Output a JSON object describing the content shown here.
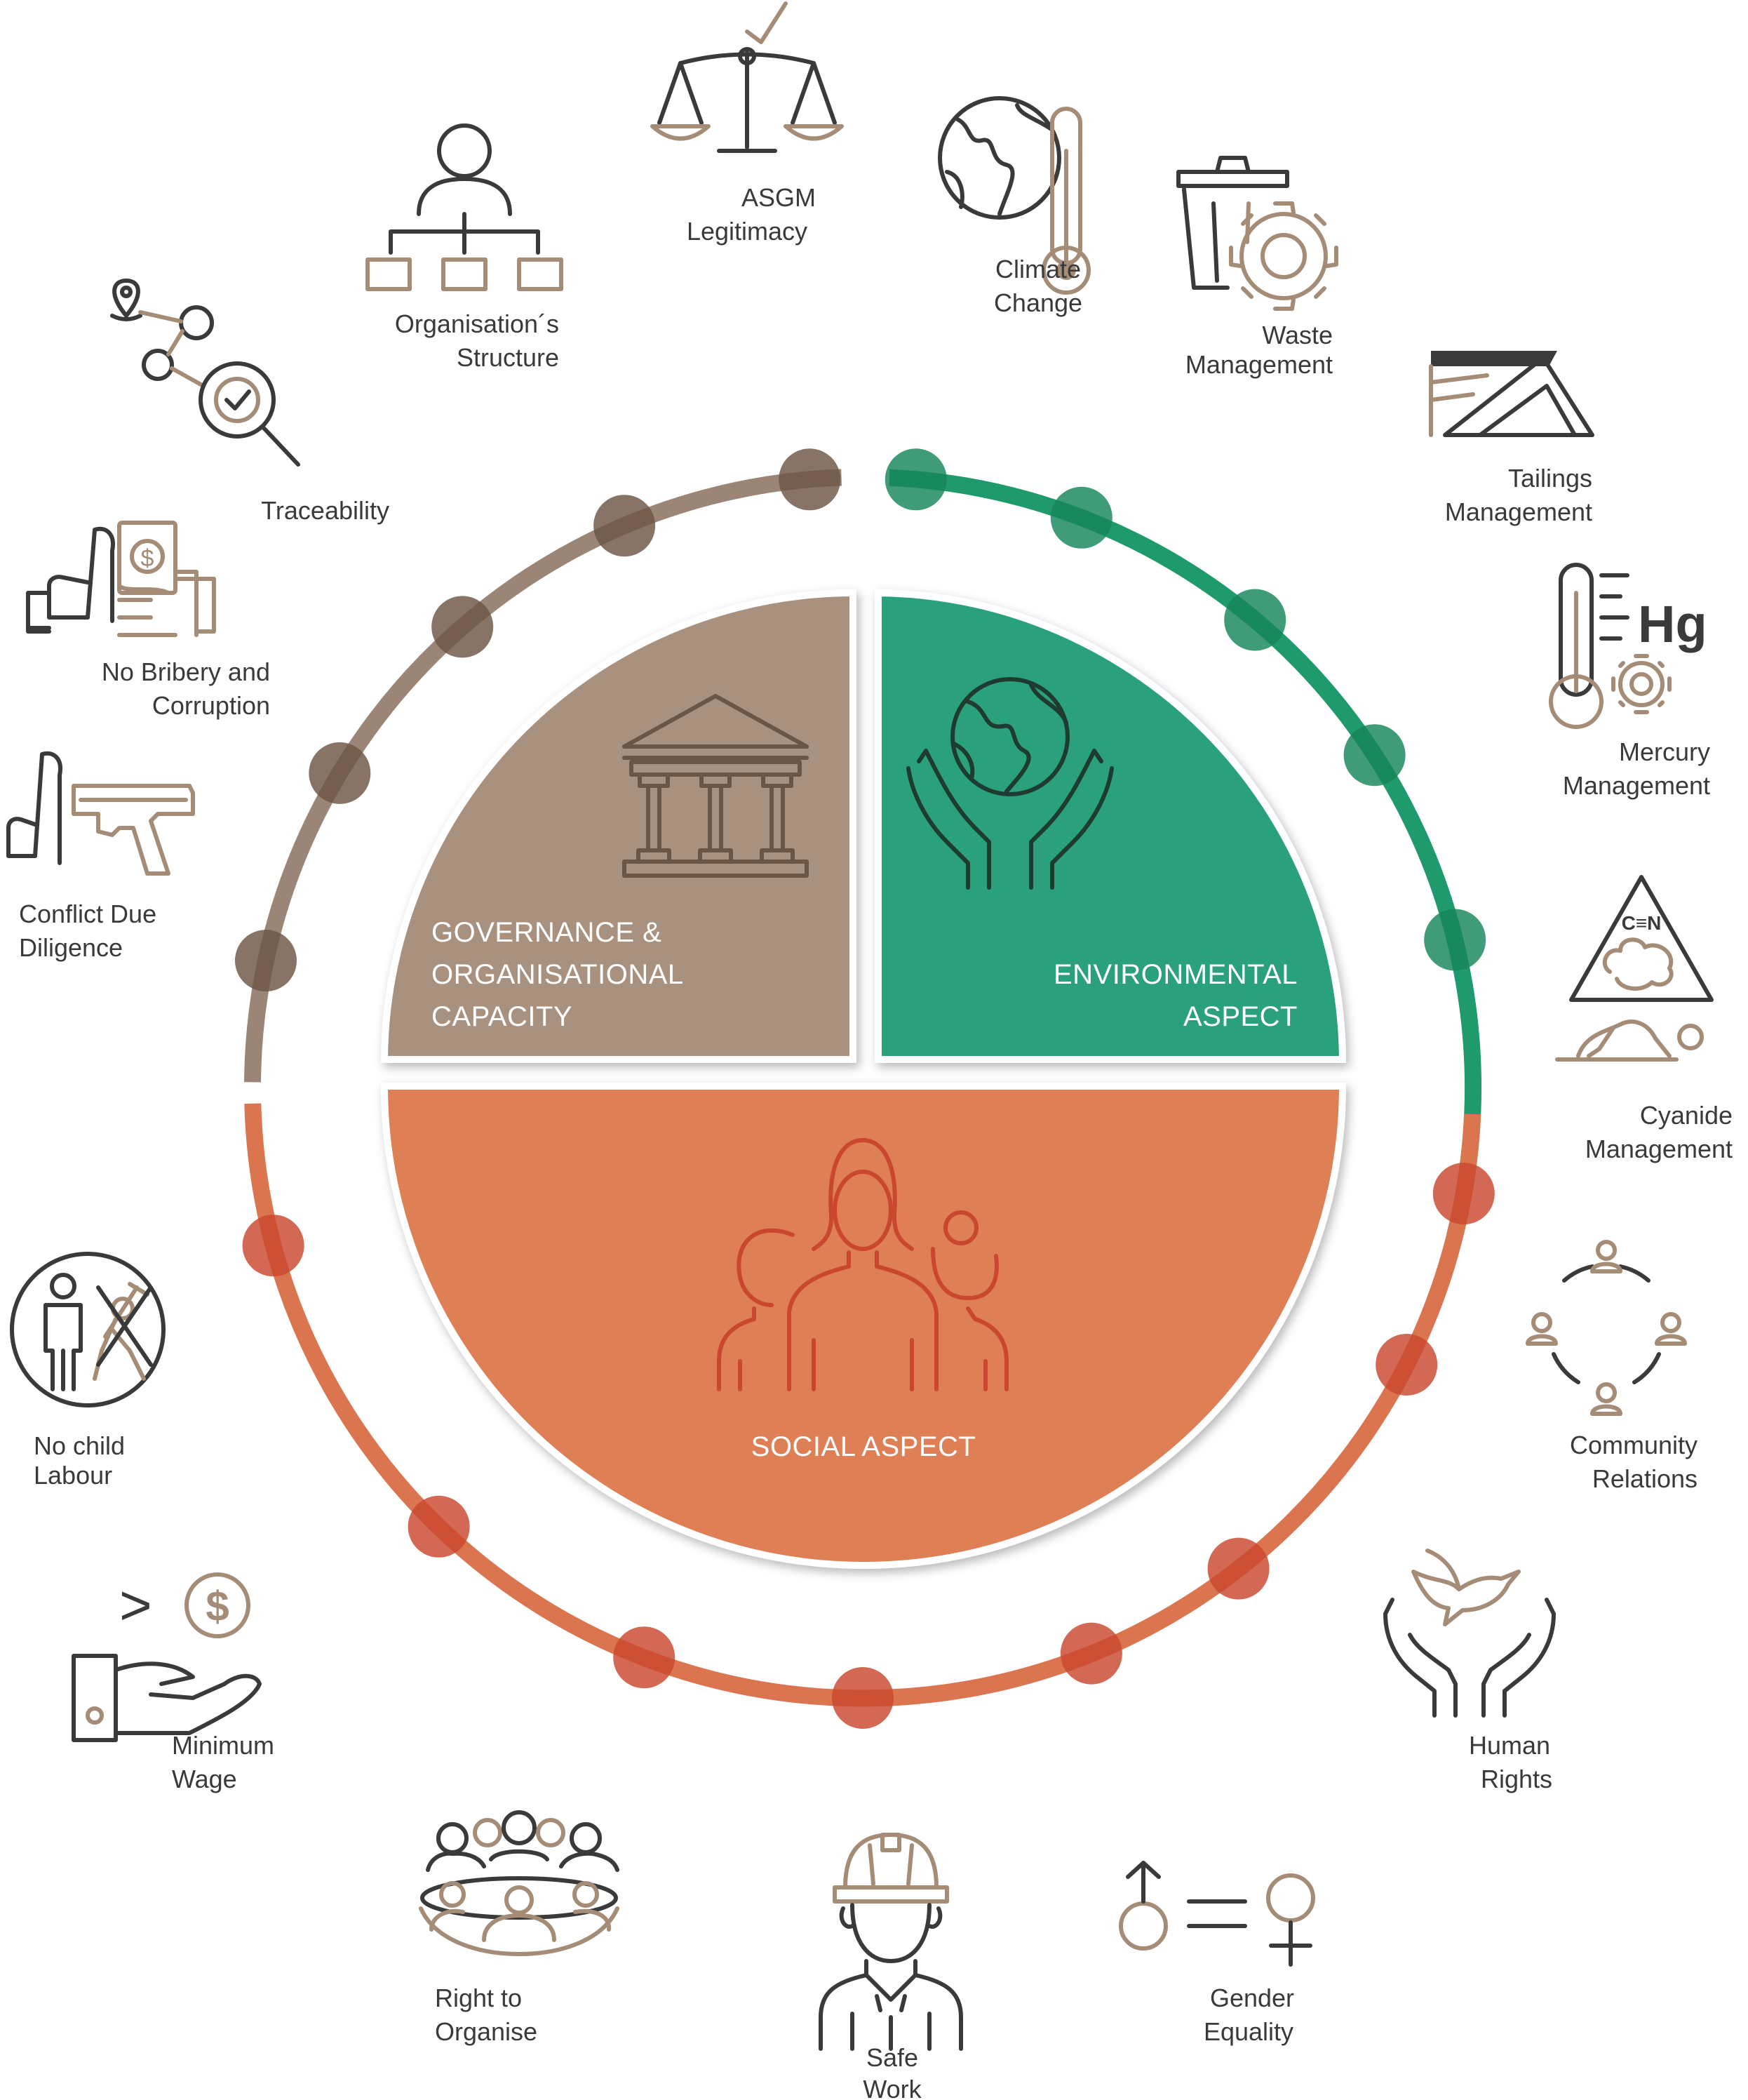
{
  "colors": {
    "governance": "#a8917f",
    "governance_ring": "#8d7463",
    "governance_dot": "#6e5646",
    "environmental": "#2ca07c",
    "environmental_ring": "#1f9a6c",
    "environmental_dot": "#16855a",
    "social": "#df7f55",
    "social_ring": "#db7550",
    "social_dot": "#c9472e",
    "icon_dark": "#3a3a3a",
    "icon_accent": "#a58c77",
    "label": "#3a3a3a"
  },
  "segments": {
    "governance": {
      "line1": "GOVERNANCE &",
      "line2": "ORGANISATIONAL",
      "line3": "CAPACITY",
      "icon": "bank-icon"
    },
    "environmental": {
      "line1": "ENVIRONMENTAL",
      "line2": "ASPECT",
      "icon": "globe-hands-icon"
    },
    "social": {
      "line1": "SOCIAL ASPECT",
      "icon": "people-group-icon"
    }
  },
  "topics": {
    "asgm": {
      "line1": "ASGM",
      "line2": "Legitimacy",
      "icon": "scales-icon"
    },
    "organisation": {
      "line1": "Organisation´s",
      "line2": "Structure",
      "icon": "org-chart-icon"
    },
    "traceability": {
      "line1": "Traceability",
      "icon": "traceability-icon"
    },
    "bribery": {
      "line1": "No Bribery and",
      "line2": "Corruption",
      "icon": "no-bribery-icon"
    },
    "conflict": {
      "line1": "Conflict Due",
      "line2": "Diligence",
      "icon": "no-gun-icon"
    },
    "climate": {
      "line1": "Climate",
      "line2": "Change",
      "icon": "climate-icon"
    },
    "waste": {
      "line1": "Waste",
      "line2": "Management",
      "icon": "waste-bin-icon"
    },
    "tailings": {
      "line1": "Tailings",
      "line2": "Management",
      "icon": "tailings-icon"
    },
    "mercury": {
      "line1": "Mercury",
      "line2": "Management",
      "icon_text": "Hg",
      "icon": "mercury-icon"
    },
    "cyanide": {
      "line1": "Cyanide",
      "line2": "Management",
      "icon_text": "C≡N",
      "icon": "cyanide-icon"
    },
    "childlabour": {
      "line1": "No child",
      "line2": "Labour",
      "icon": "no-child-labour-icon"
    },
    "minwage": {
      "line1": "Minimum",
      "line2": "Wage",
      "icon_text": ">",
      "icon_text2": "$",
      "icon": "wage-icon"
    },
    "organise": {
      "line1": "Right to",
      "line2": "Organise",
      "icon": "meeting-icon"
    },
    "safework": {
      "line1": "Safe",
      "line2": "Work",
      "icon": "helmet-worker-icon"
    },
    "gender": {
      "line1": "Gender",
      "line2": "Equality",
      "icon": "gender-equality-icon"
    },
    "humanrights": {
      "line1": "Human",
      "line2": "Rights",
      "icon": "dove-hands-icon"
    },
    "community": {
      "line1": "Community",
      "line2": "Relations",
      "icon": "community-circle-icon"
    }
  }
}
